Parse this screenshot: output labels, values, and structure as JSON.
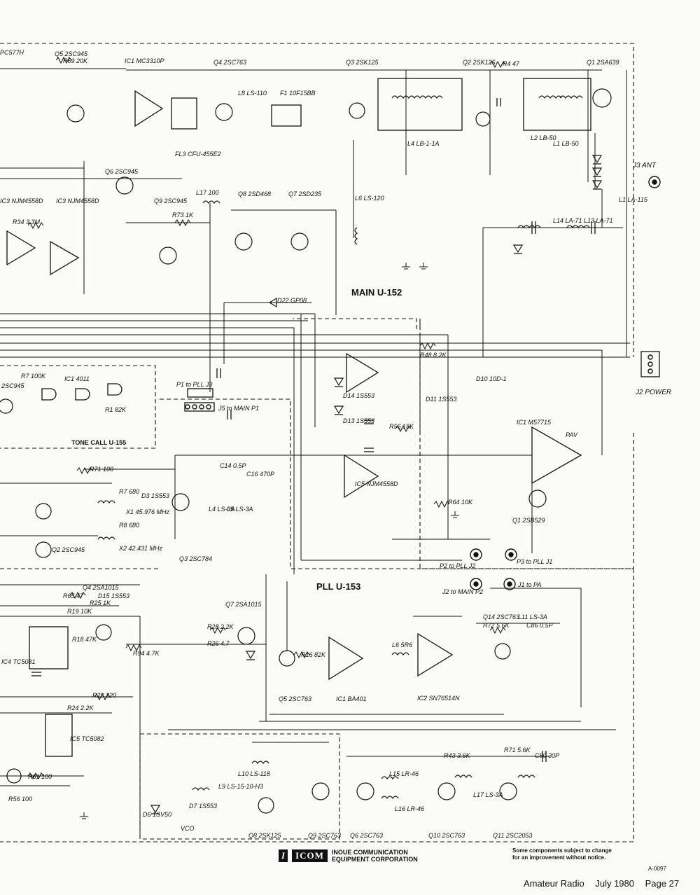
{
  "sections": {
    "main": "MAIN U-152",
    "pll": "PLL U-153",
    "tone": "TONE CALL U-155",
    "vco": "VCO"
  },
  "connectors": {
    "ant": "J3 ANT",
    "power": "J2 POWER",
    "p1": "P1 to PLL J3",
    "j5": "J5 to MAIN P1",
    "p2": "P2 to PLL J2",
    "p3": "P3 to PLL J1",
    "j2": "J2 to MAIN P2",
    "j1": "J1 to PA"
  },
  "components": {
    "top_row": [
      "PC577H",
      "Q5 2SC945",
      "R69 20K",
      "IC1 MC3310P",
      "Q4 2SC763",
      "Q3 2SK125",
      "Q2 2SK125",
      "R4 47",
      "Q1 2SA639"
    ],
    "main_mid": [
      "Q6 2SC945",
      "IC3 NJM4558D",
      "IC3 NJM4558D",
      "R34 3.3M",
      "Q9 2SC945",
      "R73 1K",
      "L17 100",
      "Q8 2SD468",
      "Q7 2SD235",
      "D22 GP08",
      "FL3 CFU-455E2",
      "L8 LS-110",
      "F1 10F15BB",
      "L6 LS-120",
      "L4 LB-1-1A",
      "L2 LB-50",
      "L1 LB-50",
      "L14 LA-71",
      "L13 LA-71",
      "L1 LA-115"
    ],
    "tone": [
      "R7 100K",
      "IC1 4011",
      "2SC945",
      "R1 82K"
    ],
    "pll_left": [
      "R71 100",
      "R7 680",
      "D3 1S553",
      "X1 45.976 MHz",
      "R8 680",
      "X2 42.431 MHz",
      "Q2 2SC945",
      "Q3 2SC784",
      "L4 LS-3A",
      "L5 LS-3A",
      "C14 0.5P",
      "C16 470P"
    ],
    "pwr": [
      "IC1 M57715",
      "PAV",
      "Q1 2SB529",
      "R64 10K",
      "R48 8.2K",
      "IC5 NJM4558D",
      "D10 10D-1",
      "D11 1S553",
      "D14 1S553",
      "D13 1S553",
      "R56 15K"
    ],
    "pll_low": [
      "Q4 2SA1015",
      "R65 47",
      "D15 1S553",
      "R25 1K",
      "R19 10K",
      "R18 47K",
      "IC4 TC5081",
      "R94 4.7K",
      "R23 220",
      "R24 2.2K",
      "IC5 TC5082",
      "R61 100",
      "R56 100",
      "Q7 2SA1015",
      "R28 2.2K",
      "R26 4.7",
      "Q5 2SC763",
      "R16 82K",
      "IC1 BA401",
      "L6 5R6",
      "IC2 SN76514N",
      "R72 5.6K",
      "Q14 2SC763",
      "L11 LS-3A",
      "C86 0.5P",
      "R43 3.6K",
      "R71 5.6K",
      "C80 30P",
      "L15 LR-46",
      "L16 LR-46",
      "L17 LS-3A",
      "Q10 2SC763",
      "Q11 2SC2053",
      "Q6 2SC763",
      "Q8 2SK125",
      "Q9 2SC763",
      "L9 LS-15-10-H3",
      "L10 LS-118",
      "D7 1S553",
      "D6 1SV50"
    ]
  },
  "footer": {
    "logo_mark": "I",
    "logo_text": "ICOM",
    "company_line1": "INOUE COMMUNICATION",
    "company_line2": "EQUIPMENT CORPORATION",
    "note_line1": "Some components subject to change",
    "note_line2": "for an improvement without notice.",
    "drawing_no": "A-0097",
    "magazine": "Amateur Radio",
    "issue": "July 1980",
    "page": "Page 27"
  },
  "colors": {
    "ink": "#111111",
    "paper": "#fbfbf8"
  }
}
